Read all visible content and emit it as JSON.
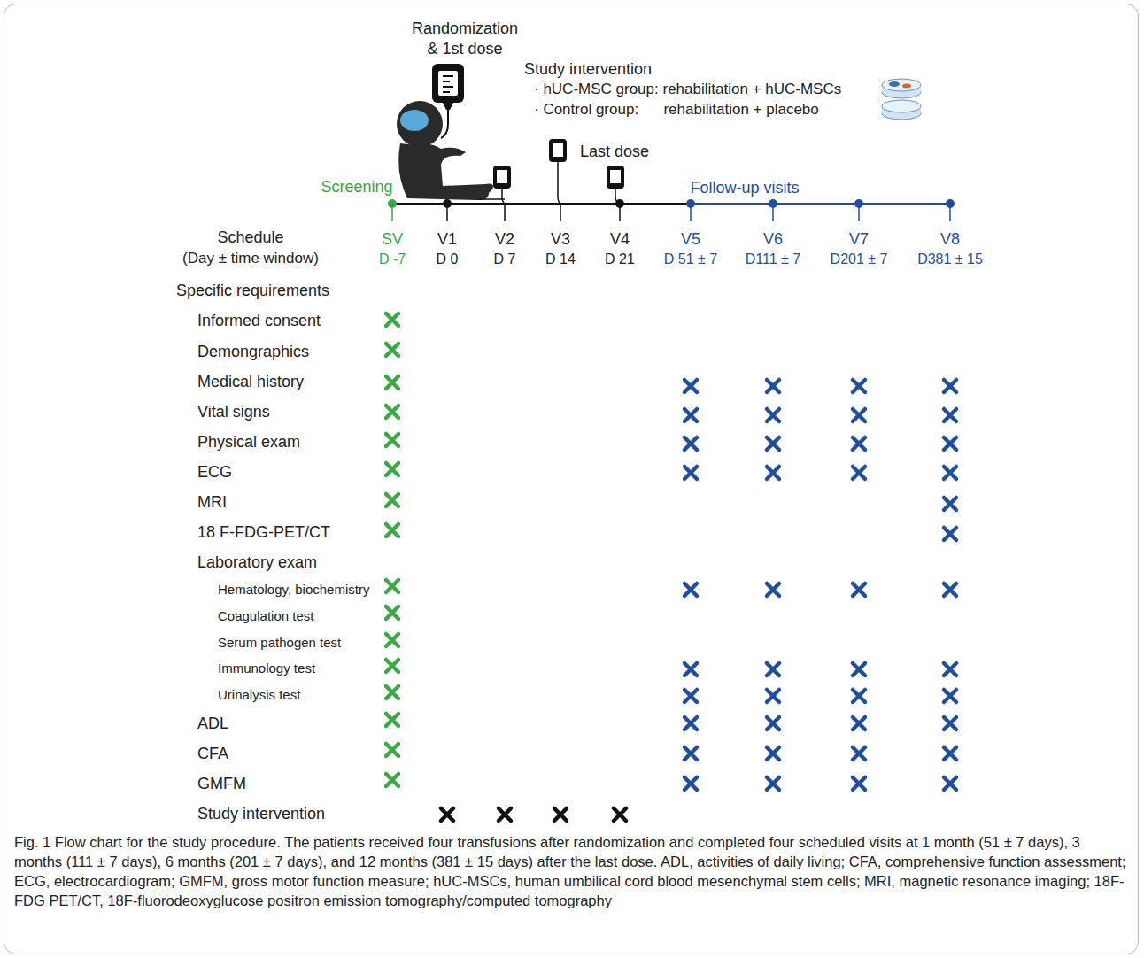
{
  "diagram": {
    "caption": "Fig. 1 Flow chart for the study procedure. The patients received four transfusions after randomization and completed four scheduled visits at 1 month (51 ± 7 days), 3 months (111 ± 7 days), 6 months (201 ± 7 days), and 12 months (381 ± 15 days) after the last dose. ADL, activities of daily living; CFA, comprehensive function assessment; ECG, electrocardiogram; GMFM, gross motor function measure; hUC-MSCs, human umbilical cord blood mesenchymal stem cells; MRI, magnetic resonance imaging; 18F-FDG PET/CT, 18F-fluorodeoxyglucose positron emission tomography/computed tomography",
    "labels": [
      "Randomization",
      "& 1st dose",
      "Study intervention",
      "· hUC-MSC group: rehabilitation + hUC-MSCs",
      "· Control group:      rehabilitation + placebo",
      "Last dose",
      "Screening",
      "Follow-up visits",
      "Schedule",
      "(Day ± time window)",
      "SV",
      "D -7",
      "V1",
      "D 0",
      "V2",
      "D 7",
      "V3",
      "D 14",
      "V4",
      "D 21",
      "V5",
      "D 51 ± 7",
      "V6",
      "D111 ± 7",
      "V7",
      "D201 ± 7",
      "V8",
      "D381 ± 15",
      "Specific requirements",
      "Informed consent",
      "Demongraphics",
      "Medical history",
      "Vital signs",
      "Physical exam",
      "ECG",
      "MRI",
      "18 F-FDG-PET/CT",
      "Laboratory exam",
      "Hematology, biochemistry",
      "Coagulation test",
      "Serum pathogen test",
      "Immunology test",
      "Urinalysis test",
      "ADL",
      "CFA",
      "GMFM",
      "Study intervention"
    ]
  }
}
